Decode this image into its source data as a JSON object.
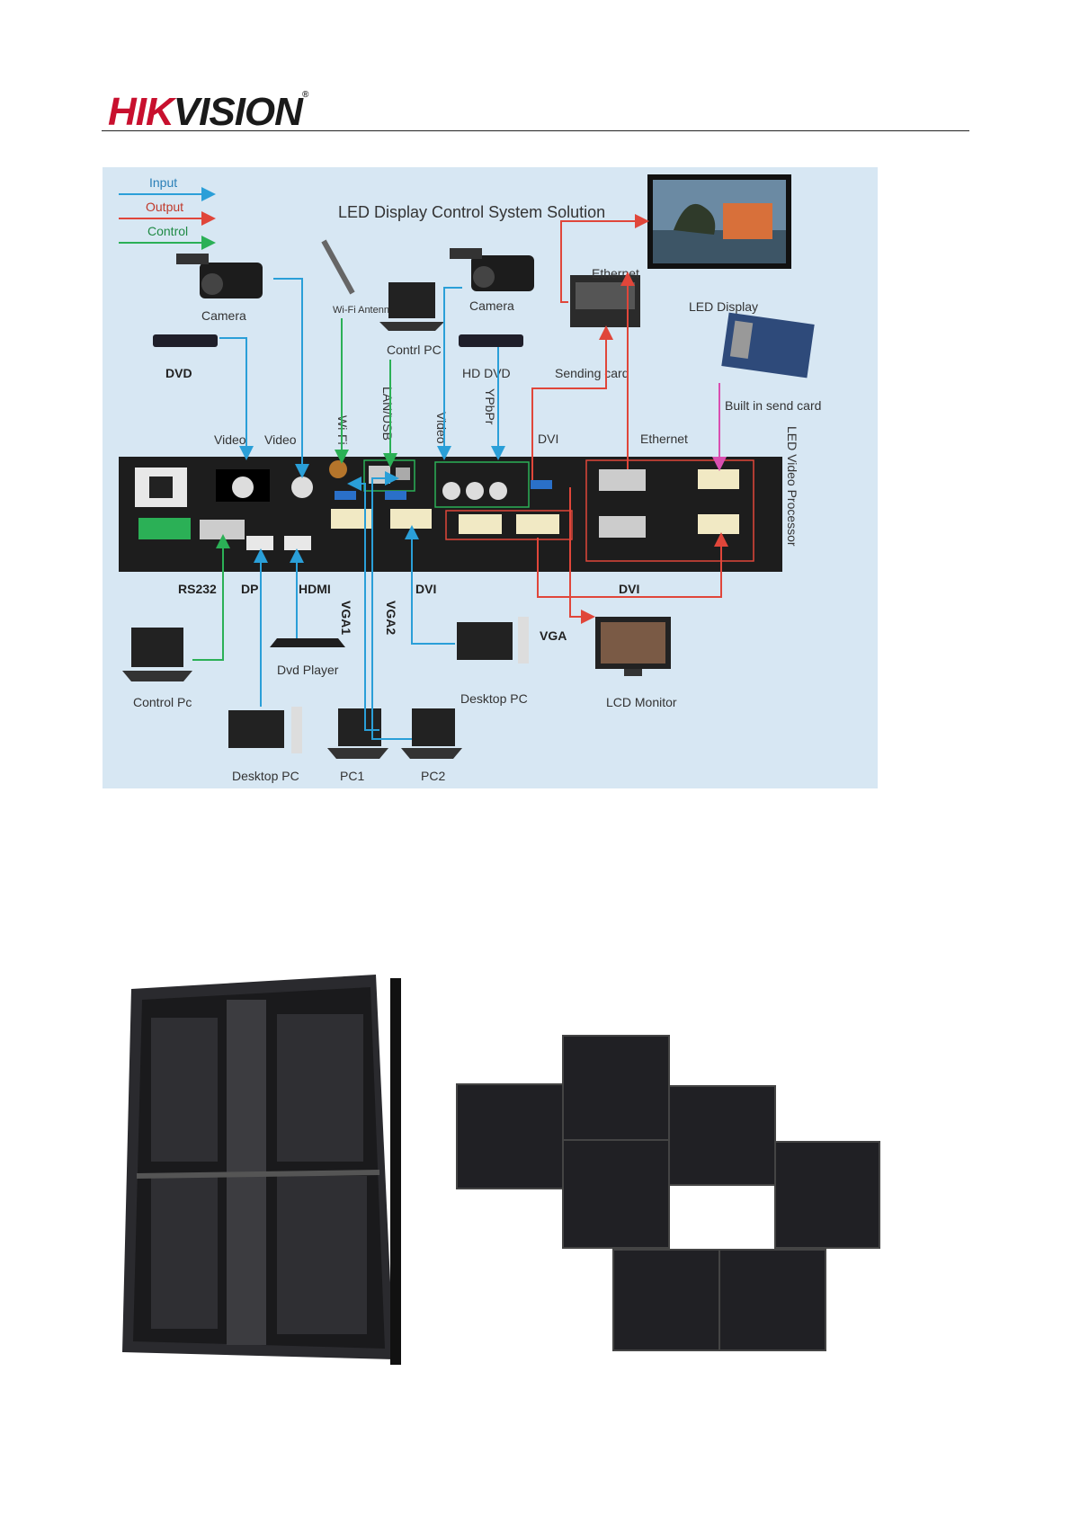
{
  "header": {
    "brand_red": "HIK",
    "brand_dark": "VISION",
    "registered": "®"
  },
  "diagram": {
    "title": "LED Display Control System Solution",
    "legend": [
      {
        "label": "Input",
        "color": "#2a9fd8"
      },
      {
        "label": "Output",
        "color": "#e0463a"
      },
      {
        "label": "Control",
        "color": "#2bb056"
      }
    ],
    "devices": {
      "camera1": "Camera",
      "dvd": "DVD",
      "wifi": "Wi-Fi Antennae",
      "ctrl_pc": "Contrl PC",
      "camera2": "Camera",
      "hd_dvd": "HD DVD",
      "sending_card": "Sending card",
      "led_display": "LED Display",
      "built_in": "Built in send card",
      "control_pc": "Control Pc",
      "dvd_player": "Dvd Player",
      "desktop_pc1": "Desktop PC",
      "pc1": "PC1",
      "pc2": "PC2",
      "desktop_pc2": "Desktop PC",
      "lcd_monitor": "LCD Monitor",
      "processor": "LED Video Processor"
    },
    "ports": {
      "video1": "Video",
      "video2": "Video",
      "wifi": "Wi-Fi",
      "lanusb": "LAN/USB",
      "video3": "Video",
      "ypbpr": "YPbPr",
      "dvi_out": "DVI",
      "ethernet_top": "Ethernet",
      "ethernet_right": "Ethernet",
      "rs232": "RS232",
      "dp": "DP",
      "hdmi": "HDMI",
      "vga1": "VGA1",
      "vga2": "VGA2",
      "dvi_in": "DVI",
      "dvi_bottom": "DVI",
      "vga_out": "VGA"
    }
  }
}
